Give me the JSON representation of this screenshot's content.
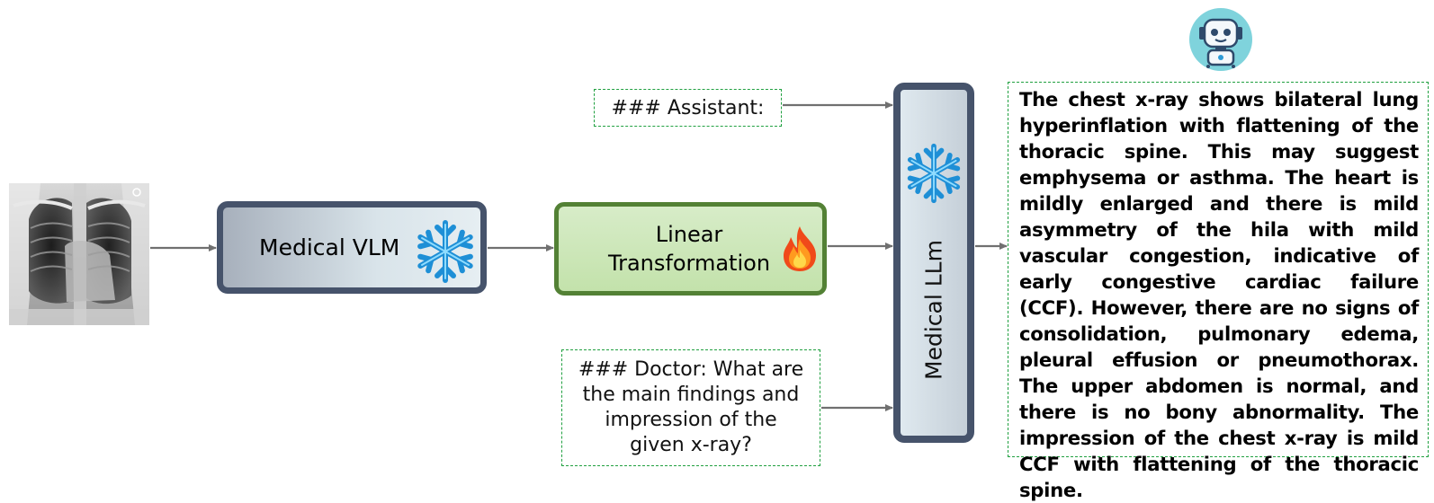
{
  "diagram": {
    "input_image": "chest-xray-image",
    "medical_vlm": {
      "label": "Medical VLM",
      "status_icon": "snowflake-icon"
    },
    "linear_transformation": {
      "label_line1": "Linear",
      "label_line2": "Transformation",
      "status_icon": "fire-icon"
    },
    "medical_llm": {
      "label": "Medical LLm",
      "status_icon": "snowflake-icon"
    },
    "assistant_prompt": {
      "text": "### Assistant:"
    },
    "doctor_prompt": {
      "text": "### Doctor: What are the main findings and impression of the given x-ray?"
    },
    "output": {
      "avatar_icon": "robot-icon",
      "text": "The chest x-ray shows bilateral lung hyperinflation with flattening of the thoracic spine. This may suggest emphysema or asthma. The heart is mildly enlarged and there is mild asymmetry of the hila with mild vascular congestion, indicative of early congestive cardiac failure (CCF). However, there are no signs of consolidation, pulmonary edema, pleural effusion or pneumothorax. The upper abdomen is normal, and there is no bony abnormality. The impression of the chest x-ray is mild CCF with flattening of the thoracic spine."
    },
    "colors": {
      "frame_dark": "#46536b",
      "linear_border": "#538135",
      "linear_fill": "#c9e5b3",
      "dashed_border": "#20a040",
      "arrow": "#707070",
      "snowflake": "#1e90d8"
    }
  }
}
